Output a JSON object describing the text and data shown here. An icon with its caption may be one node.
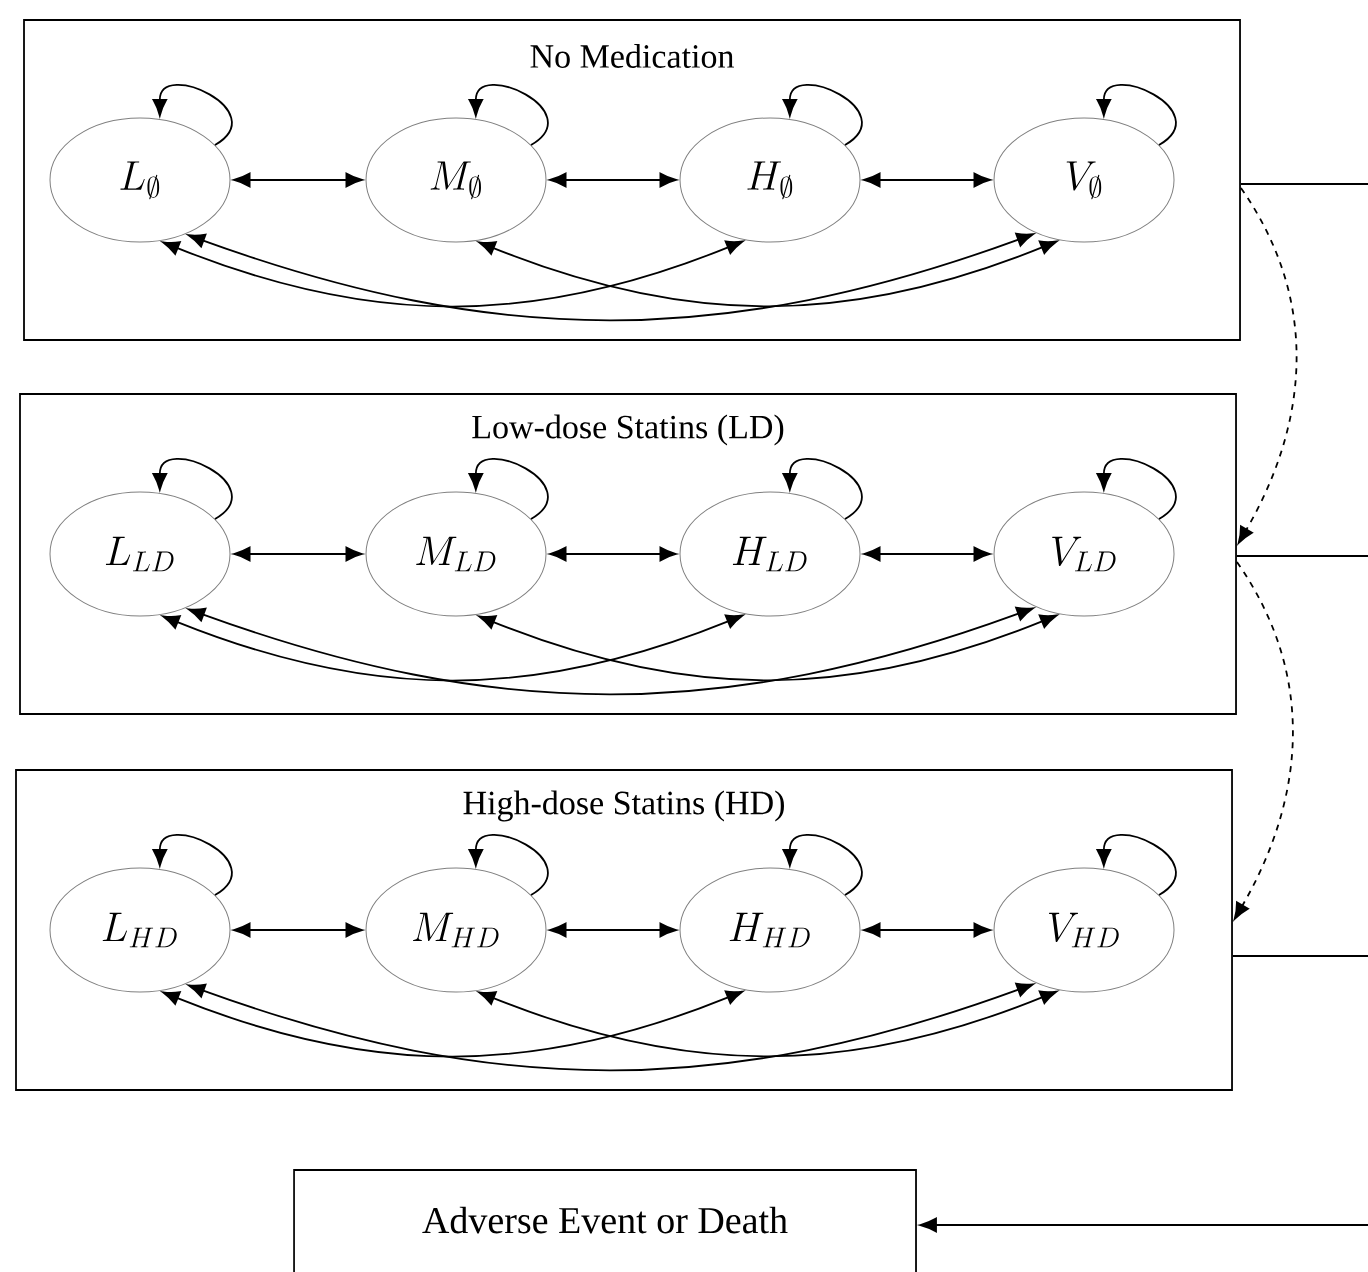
{
  "diagram": {
    "nodes": [
      {
        "text": [
          "No Medication"
        ]
      },
      {
        "text": [
          "L_\\emptyset"
        ],
        "in": 0
      },
      {
        "text": [
          "M_\\emptyset"
        ],
        "in": 0
      },
      {
        "text": [
          "H_\\emptyset"
        ],
        "in": 0
      },
      {
        "text": [
          "V_\\emptyset"
        ],
        "in": 0
      },
      {
        "text": [
          "Low-dose Statins (LD)"
        ]
      },
      {
        "text": [
          "L_{LD}"
        ],
        "in": 5
      },
      {
        "text": [
          "M_{LD}"
        ],
        "in": 5
      },
      {
        "text": [
          "H_{LD}"
        ],
        "in": 5
      },
      {
        "text": [
          "V_{LD}"
        ],
        "in": 5
      },
      {
        "text": [
          "High-dose Statins (HD)"
        ]
      },
      {
        "text": [
          "L_{HD}"
        ],
        "in": 10
      },
      {
        "text": [
          "M_{HD}"
        ],
        "in": 10
      },
      {
        "text": [
          "H_{HD}"
        ],
        "in": 10
      },
      {
        "text": [
          "V_{HD}"
        ],
        "in": 10
      },
      {
        "text": [
          "Adverse Event or Death"
        ]
      }
    ],
    "edges": [
      {
        "from": 1,
        "to": 1,
        "arrow": "to"
      },
      {
        "from": 2,
        "to": 2,
        "arrow": "to"
      },
      {
        "from": 3,
        "to": 3,
        "arrow": "to"
      },
      {
        "from": 4,
        "to": 4,
        "arrow": "to"
      },
      {
        "from": 1,
        "to": 2,
        "arrow": "both"
      },
      {
        "from": 2,
        "to": 3,
        "arrow": "both"
      },
      {
        "from": 3,
        "to": 4,
        "arrow": "both"
      },
      {
        "from": 1,
        "to": 3,
        "arrow": "both"
      },
      {
        "from": 2,
        "to": 4,
        "arrow": "both"
      },
      {
        "from": 1,
        "to": 4,
        "arrow": "both"
      },
      {
        "from": 6,
        "to": 6,
        "arrow": "to"
      },
      {
        "from": 7,
        "to": 7,
        "arrow": "to"
      },
      {
        "from": 8,
        "to": 8,
        "arrow": "to"
      },
      {
        "from": 9,
        "to": 9,
        "arrow": "to"
      },
      {
        "from": 6,
        "to": 7,
        "arrow": "both"
      },
      {
        "from": 7,
        "to": 8,
        "arrow": "both"
      },
      {
        "from": 8,
        "to": 9,
        "arrow": "both"
      },
      {
        "from": 6,
        "to": 8,
        "arrow": "both"
      },
      {
        "from": 7,
        "to": 9,
        "arrow": "both"
      },
      {
        "from": 6,
        "to": 9,
        "arrow": "both"
      },
      {
        "from": 11,
        "to": 11,
        "arrow": "to"
      },
      {
        "from": 12,
        "to": 12,
        "arrow": "to"
      },
      {
        "from": 13,
        "to": 13,
        "arrow": "to"
      },
      {
        "from": 14,
        "to": 14,
        "arrow": "to"
      },
      {
        "from": 11,
        "to": 12,
        "arrow": "both"
      },
      {
        "from": 12,
        "to": 13,
        "arrow": "both"
      },
      {
        "from": 13,
        "to": 14,
        "arrow": "both"
      },
      {
        "from": 11,
        "to": 13,
        "arrow": "both"
      },
      {
        "from": 12,
        "to": 14,
        "arrow": "both"
      },
      {
        "from": 11,
        "to": 14,
        "arrow": "both"
      },
      {
        "from": 0,
        "to": 5,
        "arrow": "to",
        "style": "dashed"
      },
      {
        "from": 5,
        "to": 10,
        "arrow": "to",
        "style": "dashed"
      },
      {
        "from": 0,
        "to": null,
        "arrow": "none"
      },
      {
        "from": 5,
        "to": null,
        "arrow": "none"
      },
      {
        "from": 10,
        "to": null,
        "arrow": "none"
      },
      {
        "from": null,
        "to": 15,
        "arrow": "to"
      }
    ]
  }
}
